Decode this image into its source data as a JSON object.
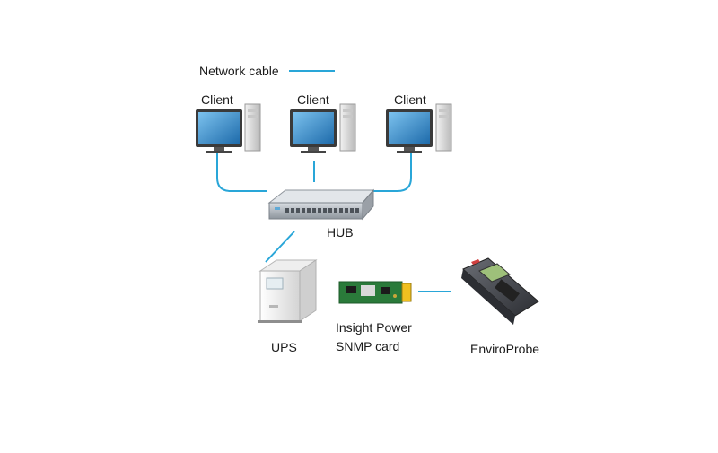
{
  "legend": {
    "label": "Network cable"
  },
  "clients": [
    {
      "label": "Client"
    },
    {
      "label": "Client"
    },
    {
      "label": "Client"
    }
  ],
  "hub": {
    "label": "HUB"
  },
  "ups": {
    "label": "UPS"
  },
  "snmp": {
    "line1": "Insight Power",
    "line2": "SNMP card"
  },
  "probe": {
    "label": "EnviroProbe"
  },
  "colors": {
    "cable": "#29a6d8",
    "monitor_screen": "#2f86c6",
    "case": "#d6d6d6",
    "hub": "#b8bdc4",
    "pcb": "#2a7a3a",
    "probe": "#4a4c52"
  }
}
